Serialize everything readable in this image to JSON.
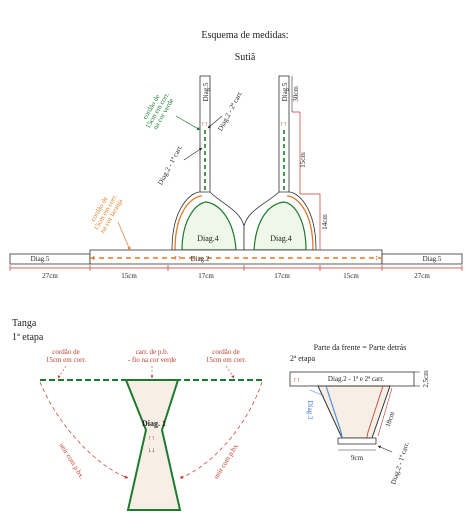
{
  "colors": {
    "line": "#333333",
    "red": "#c0392b",
    "green": "#1e7a2e",
    "light_green": "#7bc26b",
    "orange": "#e07a2a",
    "blue": "#4a90d9",
    "fill_beige": "#f7efe6",
    "fill_green": "#eef7ea"
  },
  "top": {
    "title": "Esquema de medidas:",
    "subtitle": "Sutiã",
    "labels": {
      "diag5_left_strap": "Diag.5",
      "diag5_right_strap": "Diag.5",
      "strap_30cm": "30cm",
      "cord_green": "cordão de 15cm em corr. na cor verde",
      "diag2_2_carr": "Diag.2 - 2ª carr.",
      "diag2_1_carr": "Diag.2 - 1ª carr.",
      "right_15cm": "15cm",
      "cord_orange": "cordão de 15cm em corr. na cor laranja",
      "right_14cm": "14cm",
      "diag4_left": "Diag.4",
      "diag4_right": "Diag.4",
      "diag5_band_left": "Diag.5",
      "diag5_band_right": "Diag.5",
      "diag2_band": "Diag.2"
    },
    "measures": [
      "27cm",
      "15cm",
      "17cm",
      "17cm",
      "15cm",
      "27cm"
    ]
  },
  "bottom_left": {
    "title": "Tanga",
    "subtitle": "1ª etapa",
    "cord_left": "cordão de 15cm em corr.",
    "center_note": "carr. de p.b. - fio na cor verde",
    "cord_right": "cordão de 15cm em corr.",
    "diag1": "Diag. 1",
    "join_left": "unir com p.bx.",
    "join_right": "unir com p.bx."
  },
  "bottom_right": {
    "title": "Parte da frente = Parte detrás",
    "subtitle": "2ª etapa",
    "top_band": "Diag.2 - 1ª e 2ª carr.",
    "right_h": "2,5cm",
    "diag3": "Diag.3",
    "side_18cm": "18cm",
    "bottom_9cm": "9cm",
    "diag2_1_carr": "Diag.2 - 1ª carr."
  }
}
